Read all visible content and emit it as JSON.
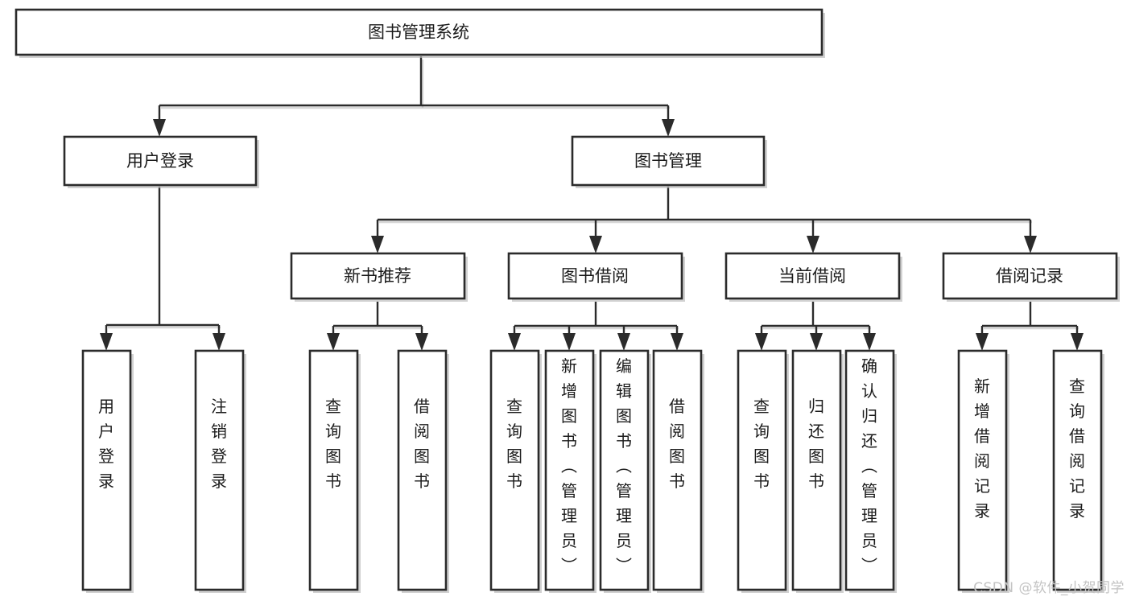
{
  "diagram": {
    "title": "图书管理系统",
    "type": "hierarchy-tree",
    "watermark": "CSDN @软件_小贺同学",
    "colors": {
      "box_fill": "#ffffff",
      "box_stroke": "#2b2b2b",
      "connector": "#2b2b2b",
      "text": "#1b1b1b",
      "watermark": "#c3c3c3",
      "background": "#ffffff"
    },
    "levels": {
      "root": "图书管理系统",
      "level1": [
        "用户登录",
        "图书管理"
      ],
      "level2": [
        "新书推荐",
        "图书借阅",
        "当前借阅",
        "借阅记录"
      ],
      "leaves": [
        "用户登录",
        "注销登录",
        "查询图书",
        "借阅图书",
        "查询图书",
        "新增图书（管理员）",
        "编辑图书（管理员）",
        "借阅图书",
        "查询图书",
        "归还图书",
        "确认归还（管理员）",
        "新增借阅记录",
        "查询借阅记录"
      ]
    },
    "nodes": {
      "root": {
        "label": "图书管理系统"
      },
      "user_login": {
        "label": "用户登录"
      },
      "book_manage": {
        "label": "图书管理"
      },
      "new_book_rec": {
        "label": "新书推荐"
      },
      "book_borrow": {
        "label": "图书借阅"
      },
      "current_borrow": {
        "label": "当前借阅"
      },
      "borrow_record": {
        "label": "借阅记录"
      },
      "leaf_user_login": {
        "label": "用户登录"
      },
      "leaf_logout": {
        "label": "注销登录"
      },
      "leaf_query_book_1": {
        "label": "查询图书"
      },
      "leaf_borrow_book_1": {
        "label": "借阅图书"
      },
      "leaf_query_book_2": {
        "label": "查询图书"
      },
      "leaf_add_book": {
        "label": "新增图书（管理员）"
      },
      "leaf_edit_book": {
        "label": "编辑图书（管理员）"
      },
      "leaf_borrow_book_2": {
        "label": "借阅图书"
      },
      "leaf_query_book_3": {
        "label": "查询图书"
      },
      "leaf_return_book": {
        "label": "归还图书"
      },
      "leaf_confirm_return": {
        "label": "确认归还（管理员）"
      },
      "leaf_add_record": {
        "label": "新增借阅记录"
      },
      "leaf_query_record": {
        "label": "查询借阅记录"
      }
    }
  }
}
